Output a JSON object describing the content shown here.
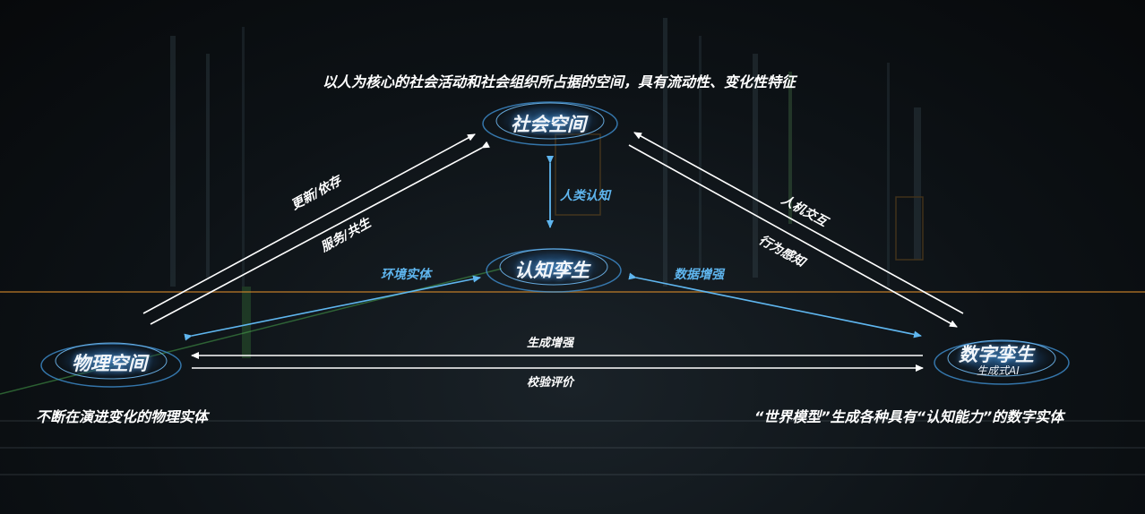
{
  "nodes": {
    "social": {
      "label": "社会空间",
      "desc": "以人为核心的社会活动和社会组织所占据的空间，具有流动性、变化性特征"
    },
    "cognitive": {
      "label": "认知孪生"
    },
    "physical": {
      "label": "物理空间",
      "desc": "不断在演进变化的物理实体"
    },
    "digital": {
      "label": "数字孪生",
      "sub": "生成式AI",
      "desc": "“世界模型”生成各种具有“认知能力”的数字实体"
    }
  },
  "edges": {
    "update_depend": "更新/依存",
    "serve_coexist": "服务/共生",
    "human_machine": "人机交互",
    "behavior_sense": "行为感知",
    "human_cognition": "人类认知",
    "env_entity": "环境实体",
    "data_enhance": "数据增强",
    "gen_enhance": "生成增强",
    "verify_eval": "校验评价"
  },
  "colors": {
    "arrow_white": "#ffffff",
    "arrow_blue": "#5fb6ef",
    "node_glow": "#3f8fd0",
    "accent_orange": "#d88a2a",
    "accent_green": "#4caf50"
  }
}
